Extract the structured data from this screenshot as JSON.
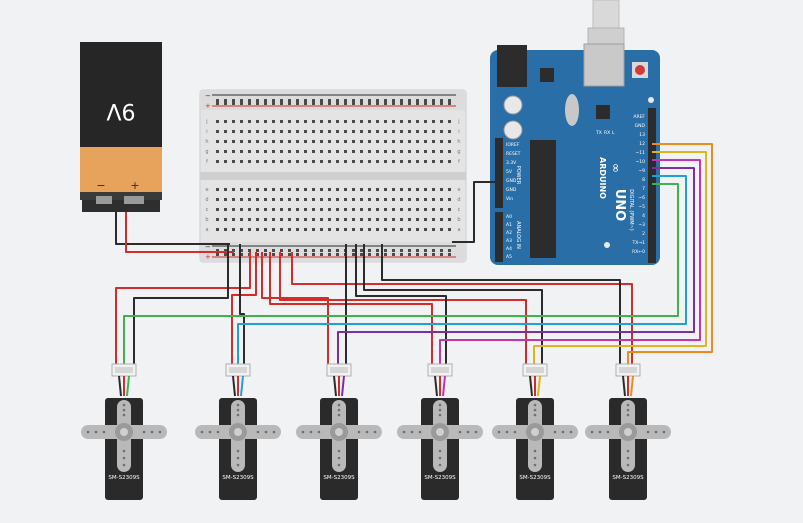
{
  "battery": {
    "voltage_label": "9V",
    "minus_label": "−",
    "plus_label": "+"
  },
  "arduino": {
    "brand": "ARDUINO",
    "model": "UNO",
    "header_labels": [
      "AREF",
      "GND",
      "13",
      "12",
      "~11",
      "~10",
      "~9",
      "8",
      "7",
      "~6",
      "~5",
      "4",
      "~3",
      "2",
      "TX→1",
      "RX←0"
    ],
    "digital_label": "DIGITAL (PWM~)",
    "power_labels": [
      "IOREF",
      "RESET",
      "3.3V",
      "5V",
      "GND",
      "GND",
      "Vin"
    ],
    "power_title": "POWER",
    "analog_labels": [
      "A0",
      "A1",
      "A2",
      "A3",
      "A4",
      "A5"
    ],
    "analog_title": "ANALOG IN",
    "led_labels": [
      "TX",
      "RX",
      "L"
    ]
  },
  "breadboard": {
    "row_letters_top": [
      "j",
      "i",
      "h",
      "g",
      "f"
    ],
    "row_letters_bottom": [
      "e",
      "d",
      "c",
      "b",
      "a"
    ],
    "rail_plus": "+",
    "rail_minus": "−"
  },
  "servos": [
    {
      "model": "SM-S2309S",
      "signal_color": "#3fb34f"
    },
    {
      "model": "SM-S2309S",
      "signal_color": "#1fa0d8"
    },
    {
      "model": "SM-S2309S",
      "signal_color": "#7b2fa3"
    },
    {
      "model": "SM-S2309S",
      "signal_color": "#c233b5"
    },
    {
      "model": "SM-S2309S",
      "signal_color": "#e3b21c"
    },
    {
      "model": "SM-S2309S",
      "signal_color": "#f08a1d"
    }
  ],
  "colors": {
    "board_blue": "#2a6ea7",
    "power_red": "#d42b2b",
    "ground_black": "#2b2b2b",
    "battery_orange": "#e7a25c",
    "battery_dark": "#222222"
  }
}
